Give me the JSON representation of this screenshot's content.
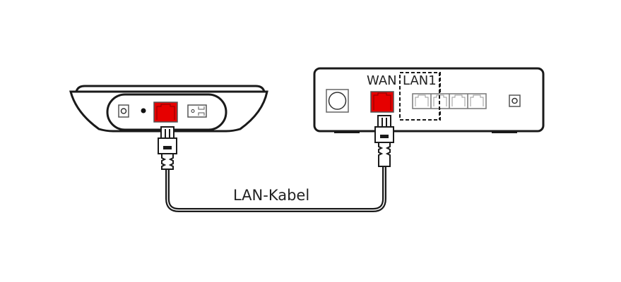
{
  "labels": {
    "wan": "WAN",
    "lan1": "LAN1",
    "cable": "LAN-Kabel"
  },
  "colors": {
    "port_highlight": "#e60000",
    "stroke": "#1a1a1a"
  }
}
